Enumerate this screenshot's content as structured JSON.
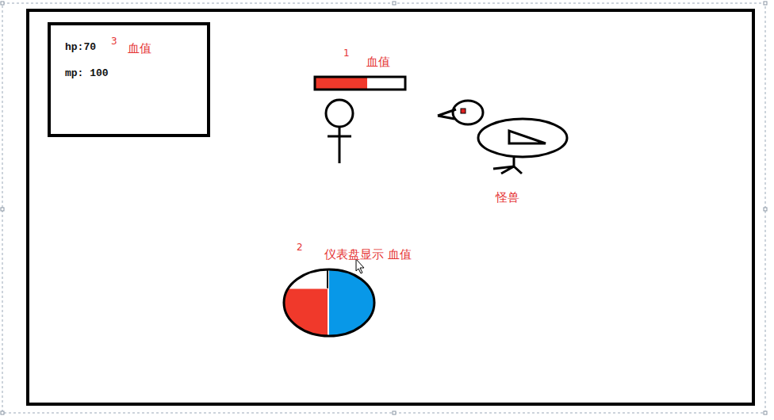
{
  "diagram": {
    "nodes": [
      {
        "text": [
          "hp:70",
          "mp: 100"
        ]
      }
    ],
    "labels": [
      "3",
      "血值",
      "1",
      "血值",
      "怪兽",
      "2",
      "仪表盘显示 血值"
    ]
  }
}
